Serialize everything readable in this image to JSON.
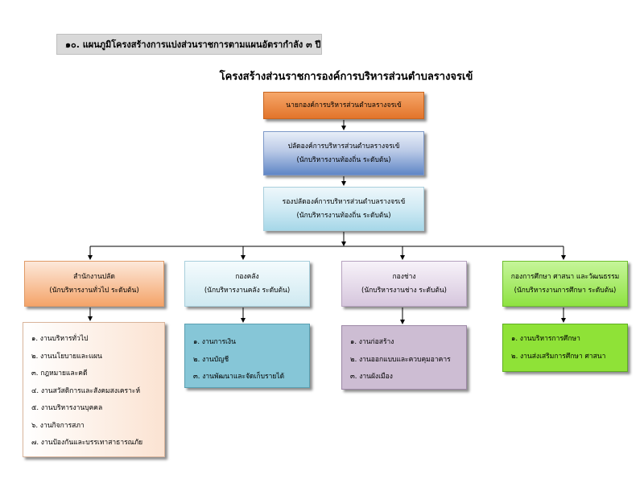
{
  "section_heading": "๑๐. แผนภูมิโครงสร้างการแบ่งส่วนราชการตามแผนอัตรากำลัง ๓ ปี",
  "chart_title": "โครงสร้างส่วนราชการองค์การบริหารส่วนตำบลรางจรเข้",
  "mayor": {
    "title": "นายกองค์การบริหารส่วนตำบลรางจรเข้"
  },
  "deputy": {
    "title": "ปลัดองค์การบริหารส่วนตำบลรางจรเข้",
    "level": "(นักบริหารงานท้องถิ่น ระดับต้น)"
  },
  "vice_deputy": {
    "title": "รองปลัดองค์การบริหารส่วนตำบลรางจรเข้",
    "level": "(นักบริหารงานท้องถิ่น ระดับต้น)"
  },
  "divisions": [
    {
      "title": "สำนักงานปลัด",
      "level": "(นักบริหารงานทั่วไป ระดับต้น)",
      "color": "#f4a469",
      "units": [
        "๑. งานบริหารทั่วไป",
        "๒. งานนโยบายและแผน",
        "๓. กฎหมายและคดี",
        "๔. งานสวัสดิการและสังคมสงเคราะห์",
        "๕. งานบริหารงานบุคคล",
        "๖. งานกิจการสภา",
        "๗. งานป้องกันและบรรเทาสาธารณภัย"
      ]
    },
    {
      "title": "กองคลัง",
      "level": "(นักบริหารงานคลัง ระดับต้น)",
      "color": "#86c6d7",
      "units": [
        "๑. งานการเงิน",
        "๒. งานบัญชี",
        "๓. งานพัฒนาและจัดเก็บรายได้"
      ]
    },
    {
      "title": "กองช่าง",
      "level": "(นักบริหารงานช่าง ระดับต้น)",
      "color": "#cdbdd3",
      "units": [
        "๑. งานก่อสร้าง",
        "๒. งานออกแบบและควบคุมอาคาร",
        "๓. งานผังเมือง"
      ]
    },
    {
      "title": "กองการศึกษา ศาสนา และวัฒนธรรม",
      "level": "(นักบริหารงานการศึกษา ระดับต้น)",
      "color": "#8fe237",
      "units": [
        "๑. งานบริหารการศึกษา",
        "๒. งานส่งเสริมการศึกษา ศาสนา"
      ]
    }
  ]
}
